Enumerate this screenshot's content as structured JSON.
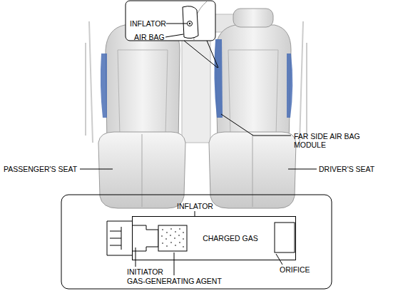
{
  "diagram": {
    "nodes": [
      {
        "text": [
          "CHARGED GAS"
        ]
      }
    ],
    "labels": [
      "INFLATOR",
      "AIR BAG",
      "FAR SIDE AIR BAG MODULE",
      "PASSENGER'S SEAT",
      "DRIVER'S SEAT",
      "INFLATOR",
      "INITIATOR",
      "GAS-GENERATING AGENT",
      "ORIFICE"
    ]
  }
}
